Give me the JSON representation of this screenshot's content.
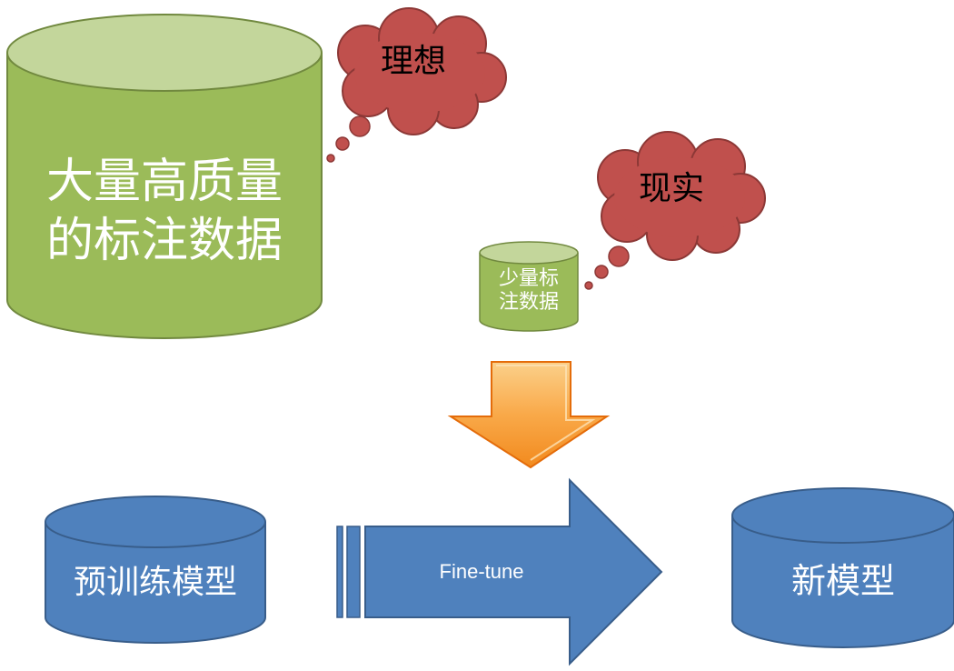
{
  "big_data_cylinder": {
    "label": "大量高质量\n的标注数据",
    "fill": "#9bbb59",
    "top": "#c3d69b",
    "stroke": "#71893f"
  },
  "small_data_cylinder": {
    "label": "少量标\n注数据",
    "fill": "#9bbb59",
    "top": "#c3d69b",
    "stroke": "#71893f"
  },
  "cloud_ideal": {
    "label": "理想",
    "fill": "#c0504d",
    "stroke": "#8c3836"
  },
  "cloud_reality": {
    "label": "现实",
    "fill": "#c0504d",
    "stroke": "#8c3836"
  },
  "pretrained_cylinder": {
    "label": "预训练模型",
    "fill": "#4f81bd",
    "stroke": "#385d8a"
  },
  "new_model_cylinder": {
    "label": "新模型",
    "fill": "#4f81bd",
    "stroke": "#385d8a"
  },
  "finetune_arrow": {
    "label": "Fine-tune",
    "fill": "#4f81bd",
    "stroke": "#385d8a"
  },
  "down_arrow": {
    "fill_top": "#fbc36a",
    "fill_bottom": "#f79646",
    "stroke": "#e46c0a"
  }
}
